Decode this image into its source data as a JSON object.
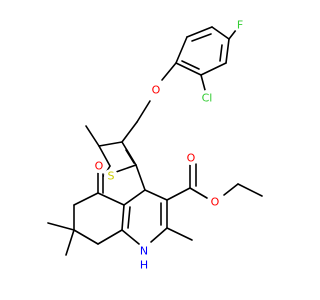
{
  "molecule": {
    "atoms": {
      "F": {
        "text": "F",
        "color": "#33CC33"
      },
      "Cl": {
        "text": "Cl",
        "color": "#33CC33"
      },
      "O1": {
        "text": "O",
        "color": "#FF0000"
      },
      "S": {
        "text": "S",
        "color": "#CCCC00"
      },
      "O2": {
        "text": "O",
        "color": "#FF0000"
      },
      "O3": {
        "text": "O",
        "color": "#FF0000"
      },
      "O4": {
        "text": "O",
        "color": "#FF0000"
      },
      "N": {
        "text": "N",
        "color": "#0000FF"
      },
      "H": {
        "text": "H",
        "color": "#0000FF"
      }
    },
    "bond_color": "#000000"
  }
}
